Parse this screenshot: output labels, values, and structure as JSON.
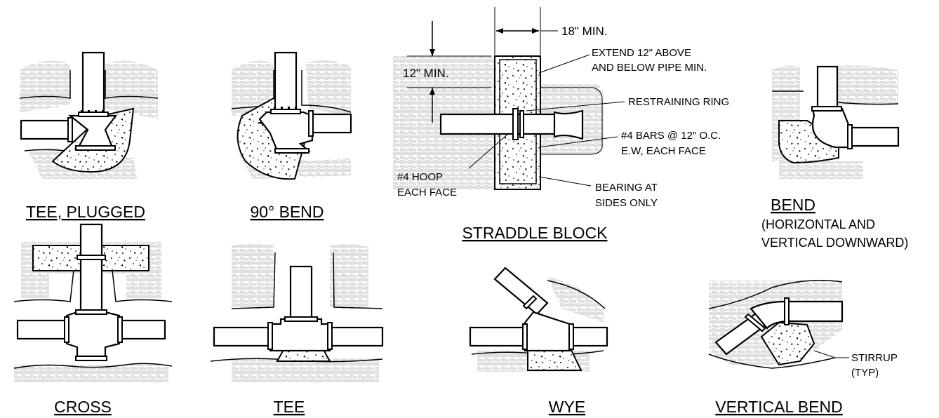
{
  "details": {
    "tee_plugged": {
      "title": "TEE, PLUGGED"
    },
    "bend_90": {
      "title": "90° BEND"
    },
    "straddle_block": {
      "title": "STRADDLE BLOCK",
      "dim_width": "18\" MIN.",
      "dim_height": "12\" MIN.",
      "note_extend_1": "EXTEND 12\" ABOVE",
      "note_extend_2": "AND BELOW PIPE MIN.",
      "note_ring": "RESTRAINING RING",
      "note_bars_1": "#4 BARS @ 12\" O.C.",
      "note_bars_2": "E.W, EACH FACE",
      "note_hoop_1": "#4 HOOP",
      "note_hoop_2": "EACH FACE",
      "note_bearing_1": "BEARING AT",
      "note_bearing_2": "SIDES ONLY"
    },
    "bend": {
      "title": "BEND",
      "subtitle_1": "(HORIZONTAL AND",
      "subtitle_2": "VERTICAL DOWNWARD)"
    },
    "cross": {
      "title": "CROSS"
    },
    "tee": {
      "title": "TEE"
    },
    "wye": {
      "title": "WYE"
    },
    "vertical_bend": {
      "title": "VERTICAL BEND",
      "note_stirrup_1": "STIRRUP",
      "note_stirrup_2": "(TYP)"
    }
  }
}
